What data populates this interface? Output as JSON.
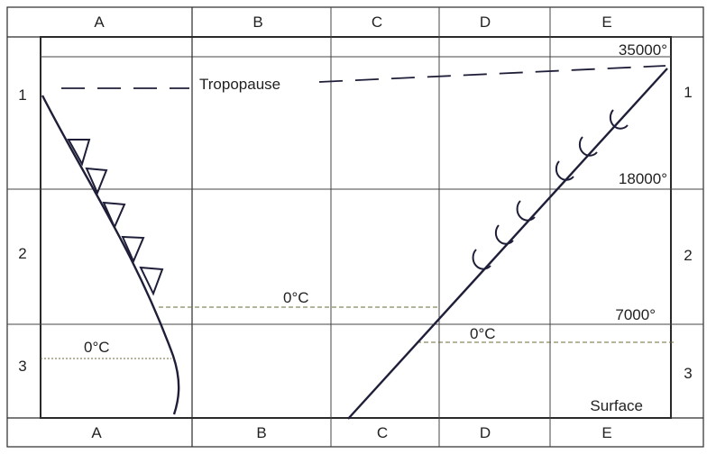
{
  "columns": [
    "A",
    "B",
    "C",
    "D",
    "E"
  ],
  "rows": [
    "1",
    "2",
    "3"
  ],
  "labels": {
    "tropopause": "Tropopause",
    "alt_top": "35000°",
    "alt_mid": "18000°",
    "alt_low": "7000°",
    "surface": "Surface",
    "freezing_left": "0°C",
    "freezing_center": "0°C",
    "freezing_right": "0°C"
  },
  "colors": {
    "line": "#1e1e38",
    "grid": "#2a2a2a",
    "freezing_dash": "#6b6b3a"
  },
  "icons": {
    "cold_front_marker": "triangle-barb",
    "warm_front_marker": "semicircle-bump"
  }
}
